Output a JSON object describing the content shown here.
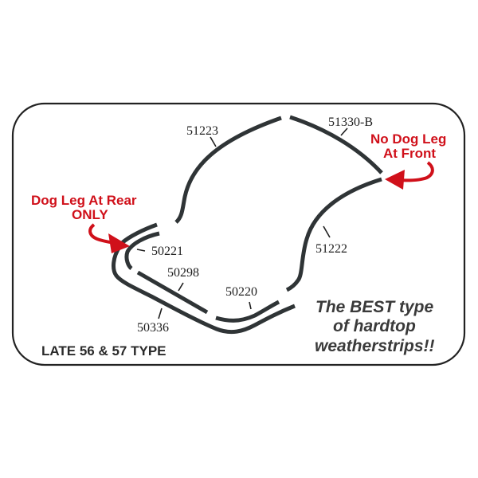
{
  "diagram": {
    "title": "LATE 56 & 57 TYPE",
    "slogan": {
      "line1": "The BEST type",
      "line2": "of hardtop",
      "line3": "weatherstrips!!"
    },
    "callouts": {
      "rear": {
        "line1": "Dog Leg At Rear",
        "line2": "ONLY"
      },
      "front": {
        "line1": "No Dog Leg",
        "line2": "At Front"
      }
    },
    "parts": [
      {
        "id": "51223",
        "label": "51223"
      },
      {
        "id": "51330-B",
        "label": "51330-B"
      },
      {
        "id": "51222",
        "label": "51222"
      },
      {
        "id": "50221",
        "label": "50221"
      },
      {
        "id": "50298",
        "label": "50298"
      },
      {
        "id": "50220",
        "label": "50220"
      },
      {
        "id": "50336",
        "label": "50336"
      }
    ],
    "colors": {
      "strip": "#2f3436",
      "callout_red": "#d0101a",
      "frame": "#222222",
      "text_dark": "#2a2a2a"
    }
  }
}
